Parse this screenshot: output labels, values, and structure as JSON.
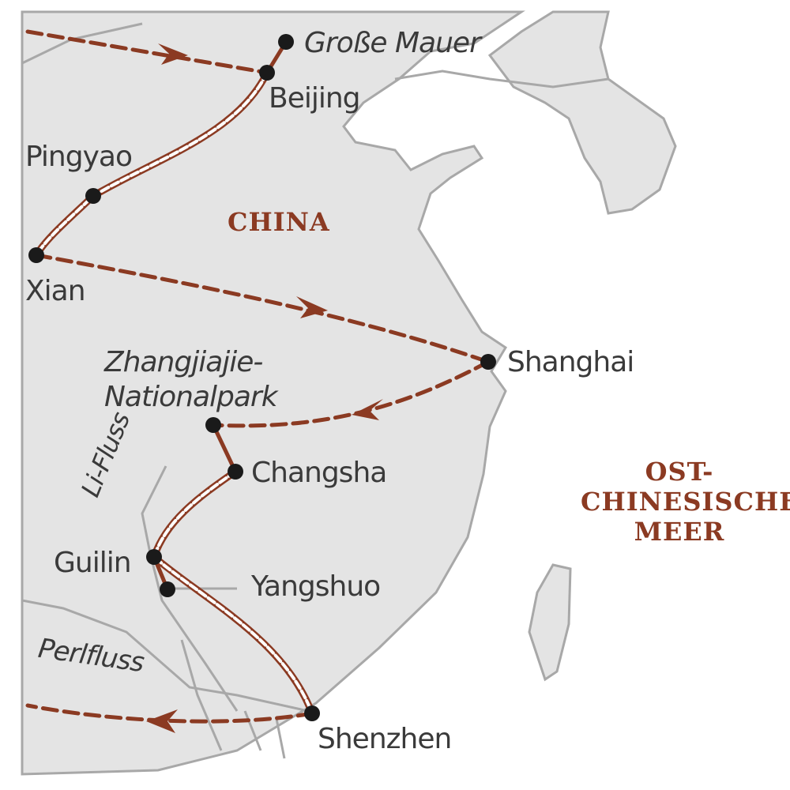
{
  "colors": {
    "land": "#e4e4e4",
    "sea": "#ffffff",
    "border": "#a8a8a8",
    "route": "#8b3a22",
    "city": "#1a1a1a"
  },
  "regions": {
    "china": "CHINA",
    "sea": [
      "OST-",
      "CHINESISCHES",
      "MEER"
    ]
  },
  "cities": {
    "grosse_mauer": "Große Mauer",
    "beijing": "Beijing",
    "pingyao": "Pingyao",
    "xian": "Xian",
    "shanghai": "Shanghai",
    "zhangjiajie": [
      "Zhangjiajie-",
      "Nationalpark"
    ],
    "changsha": "Changsha",
    "guilin": "Guilin",
    "yangshuo": "Yangshuo",
    "shenzhen": "Shenzhen"
  },
  "rivers": {
    "li": "Li-Fluss",
    "perl": "Perlfluss"
  }
}
